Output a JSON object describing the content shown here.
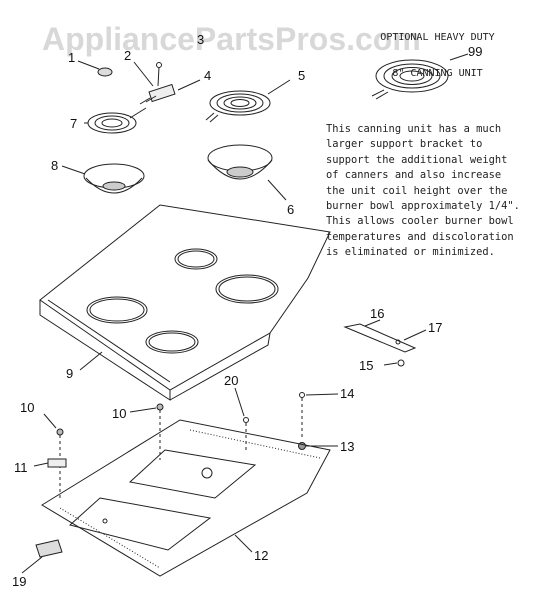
{
  "watermark": "AppliancePartsPros.com",
  "optional_unit": {
    "title_line1": "OPTIONAL HEAVY DUTY",
    "title_line2": "8\" CANNING UNIT",
    "part_number": "99"
  },
  "description_lines": [
    "This canning unit has a much",
    "larger support bracket to",
    "support the additional weight",
    "of canners and also increase",
    "the unit coil height over the",
    "burner bowl approximately 1/4\".",
    "This allows cooler burner bowl",
    "temperatures and discoloration",
    "is eliminated or minimized."
  ],
  "callouts": {
    "c1": "1",
    "c2": "2",
    "c3": "3",
    "c4": "4",
    "c5": "5",
    "c6": "6",
    "c7": "7",
    "c8": "8",
    "c9": "9",
    "c10a": "10",
    "c10b": "10",
    "c11": "11",
    "c12": "12",
    "c13": "13",
    "c14": "14",
    "c15": "15",
    "c16": "16",
    "c17": "17",
    "c19": "19",
    "c20": "20"
  }
}
